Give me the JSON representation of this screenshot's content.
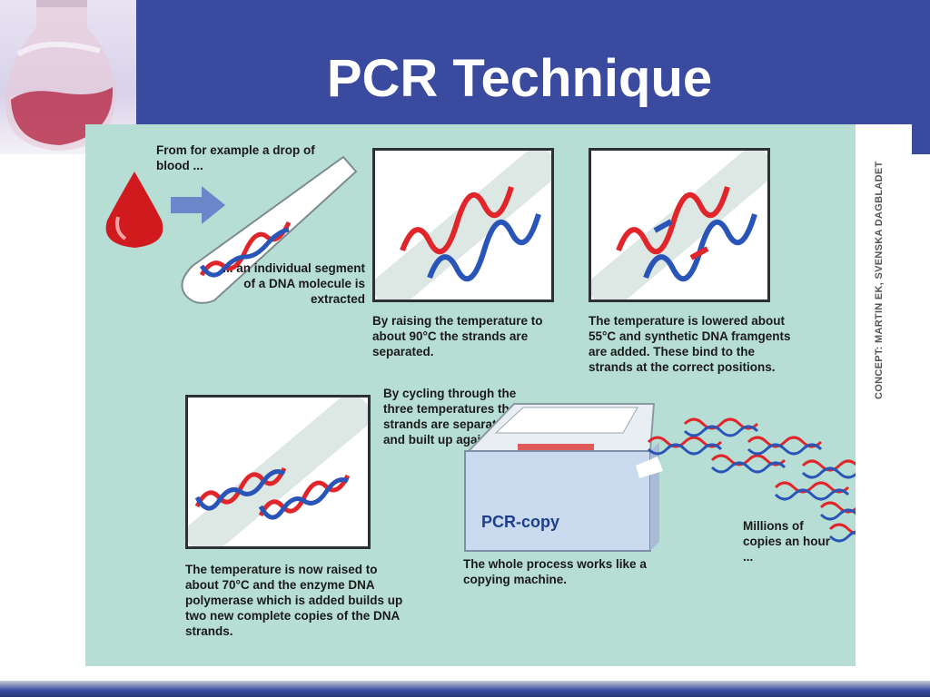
{
  "title": "PCR Technique",
  "credit": "CONCEPT: MARTIN EK, SVENSKA DAGBLADET",
  "captions": {
    "step1_top": "From for example a drop of blood ...",
    "step1_bottom": "... an individual segment of a DNA molecule is extracted",
    "step2": "By raising the temperature to about 90°C the strands are separated.",
    "step3": "The temperature is lowered about 55°C and synthetic DNA framgents are added. These bind to the strands at the correct positions.",
    "step4": "The temperature is now raised to about 70°C and the enzyme DNA polymerase which is added builds up two new complete copies of the DNA strands.",
    "cycling": "By cycling through the three temperatures the strands are separated and built up again.",
    "machine": "The whole process works like a copying machine.",
    "millions": "Millions of copies an hour ..."
  },
  "machine_label": "PCR-copy",
  "colors": {
    "header": "#3a4a9e",
    "panel": "#b7ded4",
    "strand_red": "#e0262b",
    "strand_blue": "#2a55b8",
    "blood": "#d11a1e",
    "arrow": "#6b86c9"
  }
}
